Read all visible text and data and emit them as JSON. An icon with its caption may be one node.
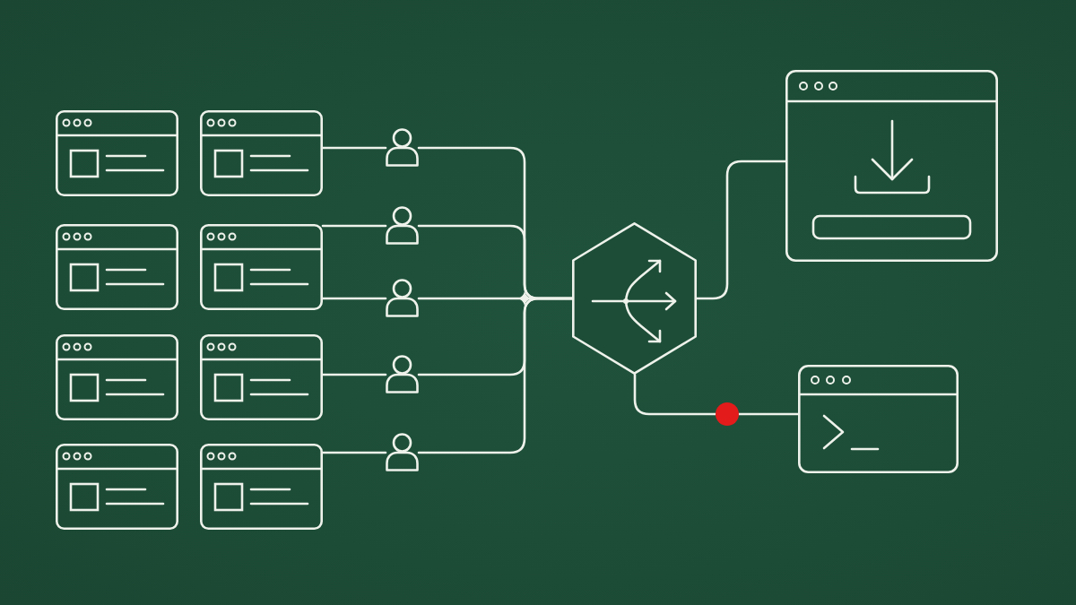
{
  "diagram": {
    "nodes": [
      {
        "text": [],
        "shape": "window"
      },
      {
        "text": [],
        "shape": "window"
      },
      {
        "text": [],
        "shape": "window"
      },
      {
        "text": [],
        "shape": "window"
      },
      {
        "text": [],
        "shape": "window"
      },
      {
        "text": [],
        "shape": "window"
      },
      {
        "text": [],
        "shape": "window"
      },
      {
        "text": [],
        "shape": "window"
      },
      {
        "text": [],
        "shape": "person"
      },
      {
        "text": [],
        "shape": "person"
      },
      {
        "text": [],
        "shape": "person"
      },
      {
        "text": [],
        "shape": "person"
      },
      {
        "text": [],
        "shape": "person"
      },
      {
        "text": [],
        "shape": "hexagon"
      },
      {
        "text": [],
        "shape": "window"
      },
      {
        "text": [],
        "shape": "circle"
      },
      {
        "text": [],
        "shape": "window"
      }
    ],
    "edges": [
      {
        "from": 1,
        "to": 8,
        "arrow": "none"
      },
      {
        "from": 3,
        "to": 9,
        "arrow": "none"
      },
      {
        "from": 3,
        "to": 10,
        "arrow": "none"
      },
      {
        "from": 5,
        "to": 11,
        "arrow": "none"
      },
      {
        "from": 7,
        "to": 12,
        "arrow": "none"
      },
      {
        "from": 8,
        "to": 13,
        "arrow": "none"
      },
      {
        "from": 9,
        "to": 13,
        "arrow": "none"
      },
      {
        "from": 10,
        "to": 13,
        "arrow": "none"
      },
      {
        "from": 11,
        "to": 13,
        "arrow": "none"
      },
      {
        "from": 12,
        "to": 13,
        "arrow": "none"
      },
      {
        "from": 13,
        "to": 14,
        "arrow": "none"
      },
      {
        "from": 13,
        "to": 15,
        "arrow": "none"
      },
      {
        "from": 15,
        "to": 16,
        "arrow": "none"
      }
    ]
  }
}
